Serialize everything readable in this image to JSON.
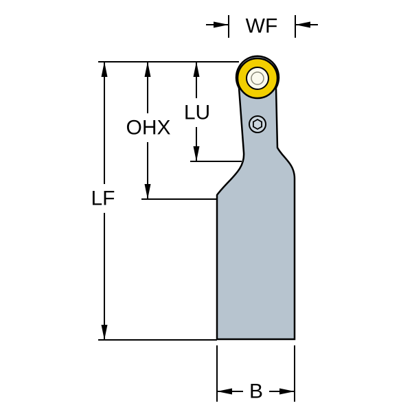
{
  "diagram": {
    "labels": {
      "wf": "WF",
      "ohx": "OHX",
      "lu": "LU",
      "lf": "LF",
      "b": "B"
    },
    "colors": {
      "body": "#b7c4cf",
      "insert": "#f2cf00",
      "insert_hole": "#fbfaee",
      "screw": "#ccd6de",
      "line": "#000000",
      "background": "#ffffff"
    }
  }
}
